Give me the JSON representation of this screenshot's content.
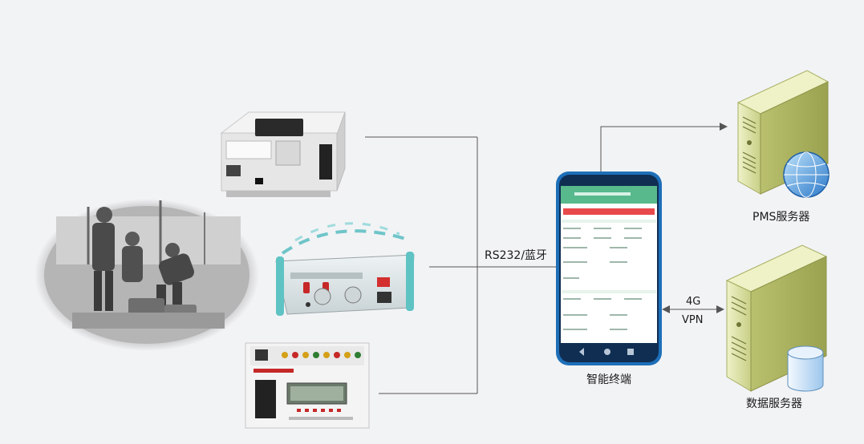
{
  "labels": {
    "link": "RS232/蓝牙",
    "terminal": "智能终端",
    "pms_server": "PMS服务器",
    "data_server": "数据服务器",
    "net_4g": "4G",
    "net_vpn": "VPN"
  },
  "colors": {
    "background": "#f2f3f5",
    "line": "#555555",
    "phone_body": "#1e6fb8",
    "server_body": "#d8dea0",
    "app_green": "#58b98c",
    "app_red": "#e8494c"
  },
  "icons": [
    "field-workers-photo",
    "instrument-printer",
    "instrument-tester",
    "instrument-relay-tester",
    "smartphone-icon",
    "server-globe-icon",
    "server-database-icon"
  ]
}
